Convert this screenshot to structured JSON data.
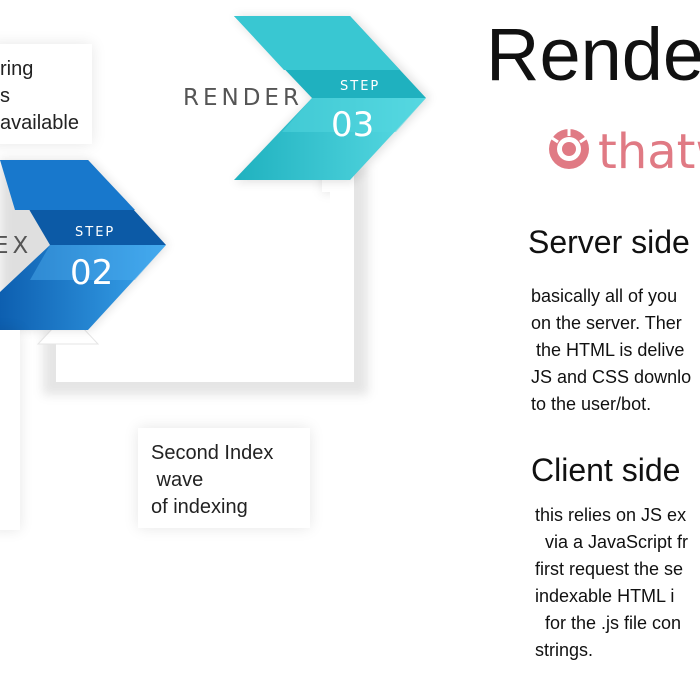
{
  "diagram": {
    "step3": {
      "label": "RENDER",
      "step_word": "STEP",
      "number": "03"
    },
    "step2": {
      "label": "EX",
      "step_word": "STEP",
      "number": "02"
    },
    "top_card_lines": [
      "ring",
      "s",
      "available"
    ],
    "bottom_card_lines": [
      "Second Index",
      " wave",
      "of indexing"
    ]
  },
  "right_panel": {
    "title": "Rende",
    "brand": "thatw",
    "server_heading": "Server side",
    "server_lines": [
      "basically all of you",
      "on the server. Ther",
      " the HTML is delive",
      "JS and CSS downlo",
      "to the user/bot."
    ],
    "client_heading": "Client side",
    "client_lines": [
      "this relies on JS ex",
      "  via a JavaScript fr",
      "first request the se",
      "indexable HTML i",
      "  for the .js file con",
      "strings."
    ]
  },
  "colors": {
    "step3_light": "#43d0da",
    "step3_dark": "#1fa9b8",
    "step2_light": "#2c9be6",
    "step2_dark": "#0e5faa",
    "brand": "#e07a84"
  }
}
